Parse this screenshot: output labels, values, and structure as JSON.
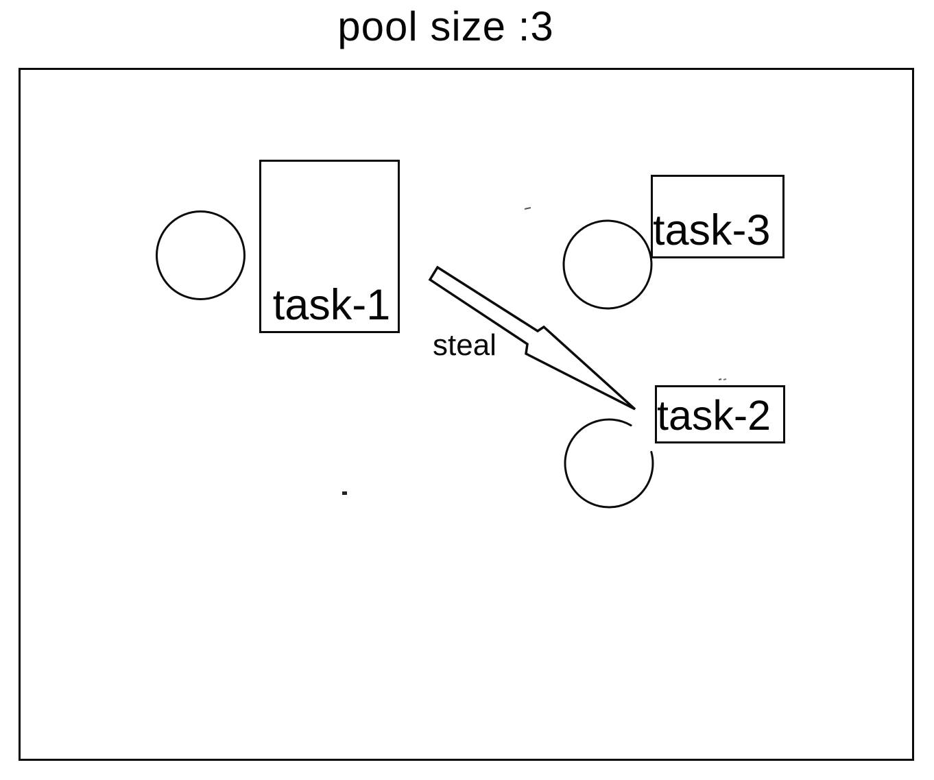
{
  "diagram": {
    "title": "pool size :3",
    "pool_size": 3,
    "arrow_label": "steal",
    "tasks": [
      {
        "label": "task-1"
      },
      {
        "label": "task-2"
      },
      {
        "label": "task-3"
      }
    ],
    "workers": [
      {
        "icon": "worker-circle-icon"
      },
      {
        "icon": "worker-circle-icon"
      },
      {
        "icon": "worker-circle-icon"
      }
    ],
    "colors": {
      "stroke": "#0b0b0b",
      "background": "#ffffff",
      "text": "#050505"
    }
  }
}
